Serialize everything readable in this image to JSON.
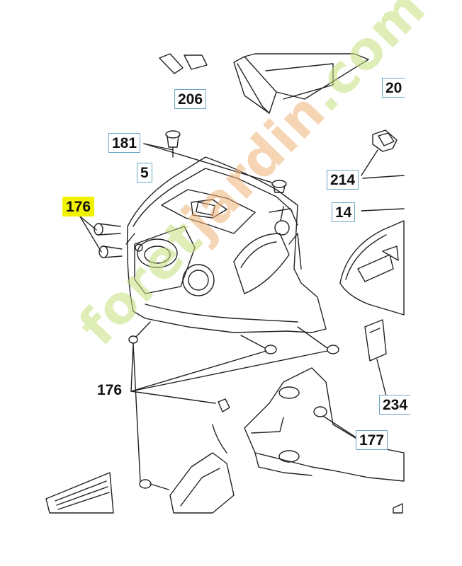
{
  "watermark": {
    "part1": "foret",
    "part2": "jardin",
    "part3": ".com"
  },
  "callouts": {
    "c206": "206",
    "c20": "20",
    "c181": "181",
    "c5": "5",
    "c214": "214",
    "c14": "14",
    "c176_top": "176",
    "c176_bottom": "176",
    "c234": "234",
    "c177": "177"
  },
  "colors": {
    "highlight": "#f2f200",
    "callout_border": "#6aa7c7",
    "watermark": "#c6df7e"
  }
}
